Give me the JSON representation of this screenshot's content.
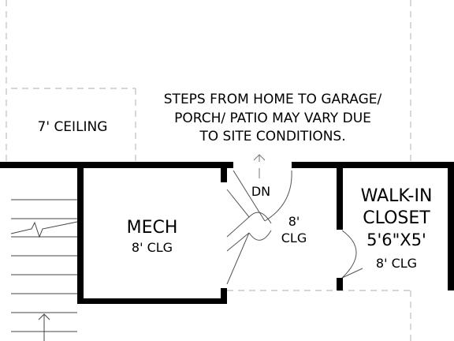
{
  "labels": {
    "ceiling_note": "7' CEILING",
    "steps_note": {
      "line1": "STEPS FROM HOME TO GARAGE/",
      "line2": "PORCH/ PATIO MAY VARY DUE",
      "line3": "TO SITE CONDITIONS."
    },
    "stair_direction": "DN",
    "mech": {
      "name": "MECH",
      "ceiling": "8' CLG"
    },
    "hall": {
      "line1": "8'",
      "line2": "CLG"
    },
    "closet": {
      "line1": "WALK-IN",
      "line2": "CLOSET",
      "dimensions": "5'6\"X5'",
      "ceiling": "8' CLG"
    }
  }
}
